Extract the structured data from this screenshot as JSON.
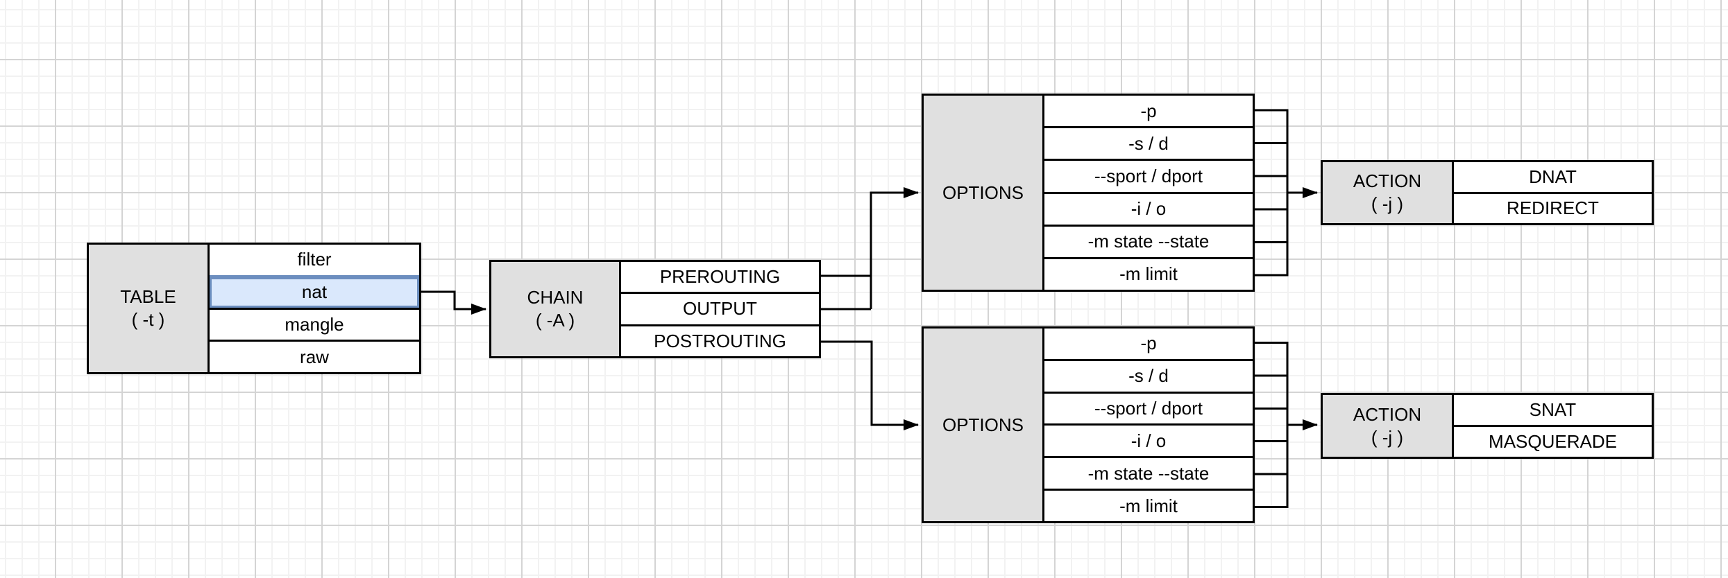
{
  "colors": {
    "canvas_bg": "#ffffff",
    "grid_minor": "#f2f2f2",
    "grid_major": "#d4d4d4",
    "line": "#000000",
    "text": "#000000",
    "header_fill": "#e0e0e0",
    "row_fill": "#ffffff",
    "highlight_fill": "#dae8fc",
    "highlight_border": "#6c8ebf"
  },
  "boxes": {
    "table": {
      "header_title": "TABLE",
      "header_subtitle": "( -t )",
      "rows": [
        "filter",
        "nat",
        "mangle",
        "raw"
      ],
      "selected_row": "nat"
    },
    "chain": {
      "header_title": "CHAIN",
      "header_subtitle": "( -A )",
      "rows": [
        "PREROUTING",
        "OUTPUT",
        "POSTROUTING"
      ]
    },
    "options_top": {
      "header_title": "OPTIONS",
      "rows": [
        "-p",
        "-s / d",
        "--sport / dport",
        "-i / o",
        "-m state --state",
        "-m limit"
      ]
    },
    "options_bottom": {
      "header_title": "OPTIONS",
      "rows": [
        "-p",
        "-s / d",
        "--sport / dport",
        "-i / o",
        "-m state --state",
        "-m limit"
      ]
    },
    "action_top": {
      "header_title": "ACTION",
      "header_subtitle": "( -j )",
      "rows": [
        "DNAT",
        "REDIRECT"
      ]
    },
    "action_bottom": {
      "header_title": "ACTION",
      "header_subtitle": "( -j )",
      "rows": [
        "SNAT",
        "MASQUERADE"
      ]
    }
  },
  "edges": [
    {
      "from": "nat",
      "to": "CHAIN ( -A )"
    },
    {
      "from": "PREROUTING",
      "to": "OPTIONS (top)"
    },
    {
      "from": "OUTPUT",
      "to": "OPTIONS (top)"
    },
    {
      "from": "POSTROUTING",
      "to": "OPTIONS (bottom)"
    },
    {
      "from": "OPTIONS (top)",
      "to": "ACTION ( -j ) DNAT / REDIRECT"
    },
    {
      "from": "OPTIONS (bottom)",
      "to": "ACTION ( -j ) SNAT / MASQUERADE"
    }
  ]
}
